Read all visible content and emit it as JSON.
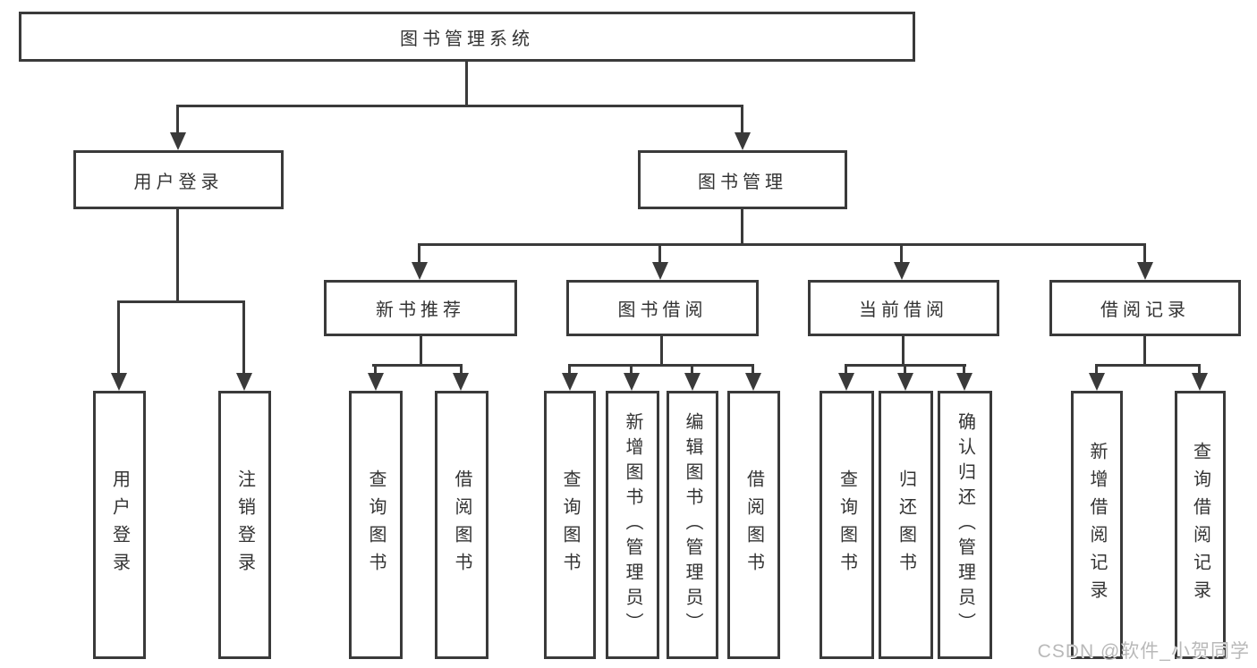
{
  "nodes": {
    "root": "图书管理系统",
    "user_login": "用户登录",
    "book_mgmt": "图书管理",
    "new_books": "新书推荐",
    "book_borrow": "图书借阅",
    "current_borrow": "当前借阅",
    "borrow_records": "借阅记录",
    "leaf_user_login": "用户登录",
    "leaf_logout": "注销登录",
    "leaf_nb_query": "查询图书",
    "leaf_nb_borrow": "借阅图书",
    "leaf_bb_query": "查询图书",
    "leaf_bb_add": "新增图书（管理员）",
    "leaf_bb_edit": "编辑图书（管理员）",
    "leaf_bb_borrow": "借阅图书",
    "leaf_cb_query": "查询图书",
    "leaf_cb_return": "归还图书",
    "leaf_cb_confirm": "确认归还（管理员）",
    "leaf_br_add": "新增借阅记录",
    "leaf_br_query": "查询借阅记录"
  },
  "watermark": "CSDN @软件_小贺同学",
  "colors": {
    "line": "#3a3a3a",
    "text": "#333333",
    "node_bg": "#ffffff",
    "background": "#ffffff",
    "watermark": "#b9b9b9"
  }
}
